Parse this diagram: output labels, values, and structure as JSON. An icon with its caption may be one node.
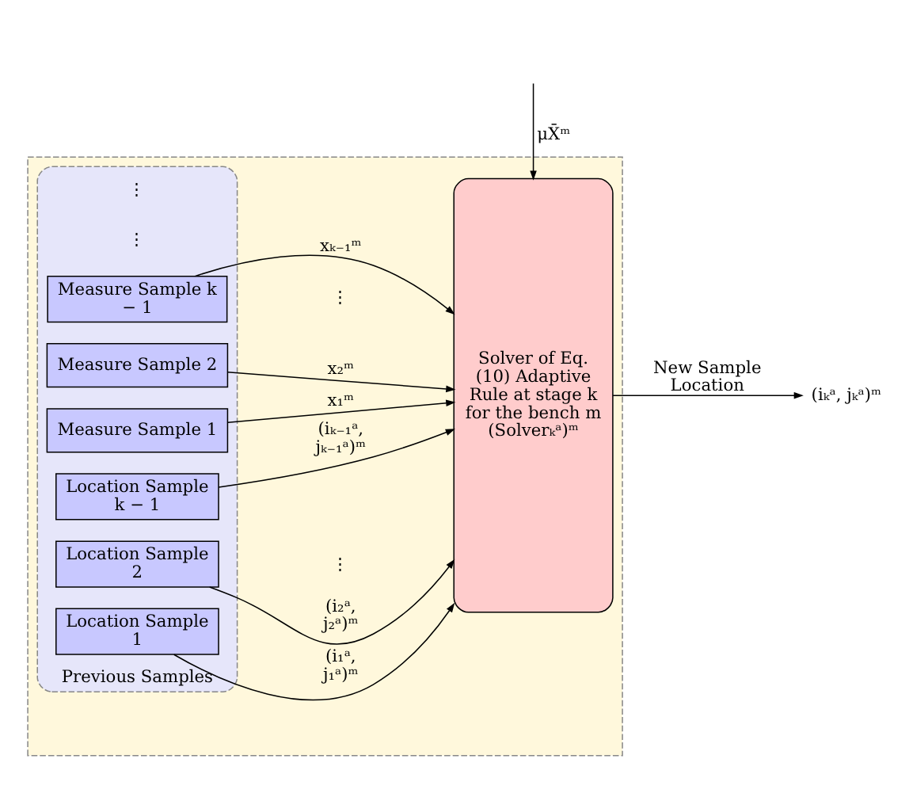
{
  "diagram": {
    "nodes": [
      {
        "text": [],
        "shape": "box"
      },
      {
        "text": [
          "Previous Samples"
        ],
        "in": 0
      },
      {
        "text": [
          "Location Sample 1"
        ],
        "in": 1
      },
      {
        "text": [
          "Location Sample 2"
        ],
        "in": 1
      },
      {
        "text": [
          "Location Sample k − 1"
        ],
        "in": 1
      },
      {
        "text": [
          "Measure Sample 1"
        ],
        "in": 1
      },
      {
        "text": [
          "Measure Sample 2"
        ],
        "in": 1
      },
      {
        "text": [
          "Measure Sample k − 1"
        ],
        "in": 1
      },
      {
        "text": [
          "Solver of Eq. (10) Adaptive Rule at stage k for the bench m",
          "(Solverₖᵃ)ᵐ"
        ],
        "in": 0
      },
      {
        "text": [
          "(iₖᵃ, jₖᵃ)ᵐ"
        ]
      }
    ],
    "edges": [
      {
        "from": null,
        "to": 8,
        "arrow": "to",
        "label": "μX̄ᵐ"
      },
      {
        "from": 2,
        "to": 8,
        "arrow": "to",
        "label": "(i₁ᵃ, j₁ᵃ)ᵐ"
      },
      {
        "from": 3,
        "to": 8,
        "arrow": "to",
        "label": "(i₂ᵃ, j₂ᵃ)ᵐ"
      },
      {
        "from": 4,
        "to": 8,
        "arrow": "to",
        "label": "(iₖ₋₁ᵃ, jₖ₋₁ᵃ)ᵐ"
      },
      {
        "from": 5,
        "to": 8,
        "arrow": "to",
        "label": "x₁ᵐ"
      },
      {
        "from": 6,
        "to": 8,
        "arrow": "to",
        "label": "x₂ᵐ"
      },
      {
        "from": 7,
        "to": 8,
        "arrow": "to",
        "label": "xₖ₋₁ᵐ"
      },
      {
        "from": 8,
        "to": 9,
        "arrow": "to",
        "label": "New Sample Location"
      }
    ],
    "labels": [
      "⋮",
      "⋮",
      "⋮",
      "⋮"
    ]
  }
}
